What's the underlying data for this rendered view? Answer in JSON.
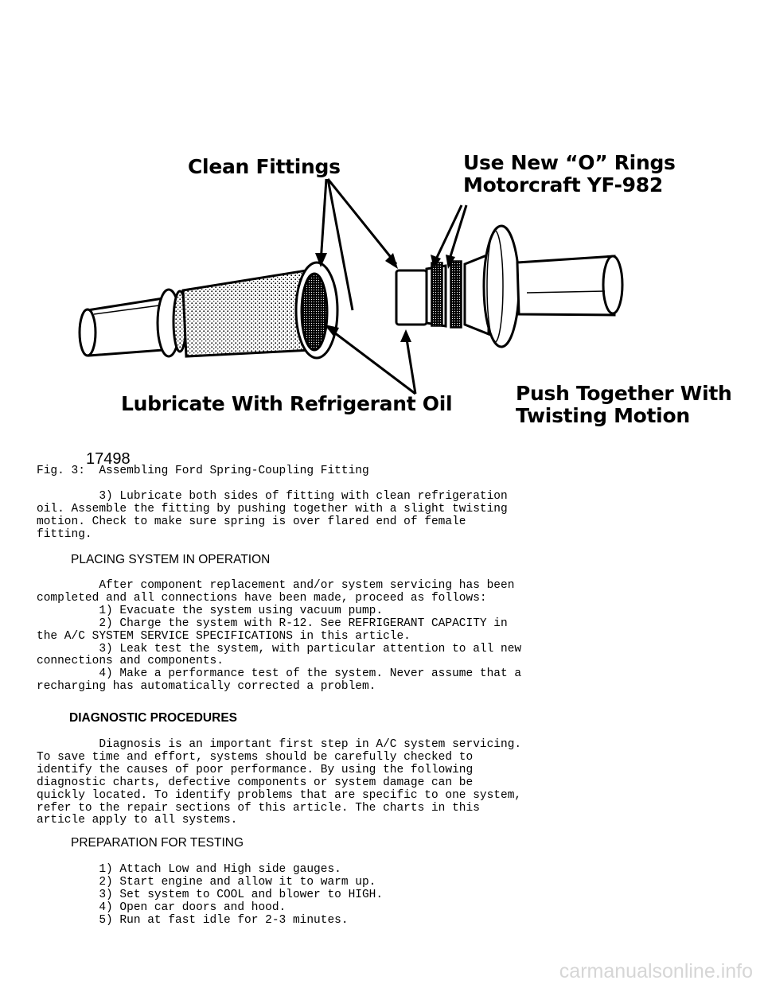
{
  "figure": {
    "callouts": {
      "clean_fittings": "Clean Fittings",
      "o_rings_line1": "Use New “O” Rings",
      "o_rings_line2": "Motorcraft YF-982",
      "lubricate": "Lubricate With Refrigerant Oil",
      "push_line1": "Push Together With",
      "push_line2": "Twisting Motion"
    },
    "figure_number": "17498",
    "caption": "Fig. 3:  Assembling Ford Spring-Coupling Fitting"
  },
  "step3_paragraph": "         3) Lubricate both sides of fitting with clean refrigeration\noil. Assemble the fitting by pushing together with a slight twisting\nmotion. Check to make sure spring is over flared end of female\nfitting.",
  "sections": {
    "placing": {
      "heading": "PLACING SYSTEM IN OPERATION",
      "body": "         After component replacement and/or system servicing has been\ncompleted and all connections have been made, proceed as follows:\n         1) Evacuate the system using vacuum pump.\n         2) Charge the system with R-12. See REFRIGERANT CAPACITY in\nthe A/C SYSTEM SERVICE SPECIFICATIONS in this article.\n         3) Leak test the system, with particular attention to all new\nconnections and components.\n         4) Make a performance test of the system. Never assume that a\nrecharging has automatically corrected a problem."
    },
    "diagnostic": {
      "heading": "DIAGNOSTIC PROCEDURES",
      "body": "         Diagnosis is an important first step in A/C system servicing.\nTo save time and effort, systems should be carefully checked to\nidentify the causes of poor performance. By using the following\ndiagnostic charts, defective components or system damage can be\nquickly located. To identify problems that are specific to one system,\nrefer to the repair sections of this article. The charts in this\narticle apply to all systems."
    },
    "preparation": {
      "heading": "PREPARATION FOR TESTING",
      "body": "         1) Attach Low and High side gauges.\n         2) Start engine and allow it to warm up.\n         3) Set system to COOL and blower to HIGH.\n         4) Open car doors and hood.\n         5) Run at fast idle for 2-3 minutes."
    }
  },
  "watermark": "carmanualsonline.info"
}
